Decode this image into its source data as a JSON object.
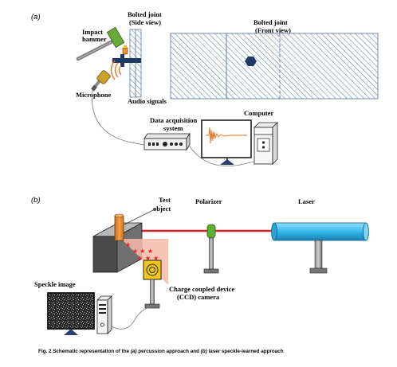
{
  "panel_a": {
    "tag": "(a)",
    "impact_hammer": [
      "Impact",
      "hammer"
    ],
    "bolted_joint_side": [
      "Bolted joint",
      "(Side view)"
    ],
    "bolted_joint_front": [
      "Bolted joint",
      "(Front view)"
    ],
    "microphone": "Microphone",
    "audio_signals": "Audio signals",
    "data_acquisition": [
      "Data acquisition",
      "system"
    ],
    "computer": "Computer"
  },
  "panel_b": {
    "tag": "(b)",
    "test_object": [
      "Test",
      "object"
    ],
    "polarizer": "Polarizer",
    "laser": "Laser",
    "speckle_image": "Speckle image",
    "ccd_camera": [
      "Charge coupled device",
      "(CCD) camera"
    ]
  },
  "caption": {
    "prefix": "Fig. 2   Schematic representation of the ",
    "a_tag": "(a)",
    "middle": " percussion approach and ",
    "b_tag": "(b)",
    "suffix": " laser speckle-learned approach"
  },
  "colors": {
    "hatch": "#5f7ea6",
    "hammer_green": "#6aaa3a",
    "microphone_gold": "#c9a227",
    "bolt_navy": "#1f3864",
    "waveform": "#e07020",
    "laser_beam": "#d9232a",
    "laser_body": "#35b8e6",
    "polarizer": "#5cb030",
    "test_object": "#f08a2a",
    "cone": "#f4b8a8",
    "ccd_yellow": "#f2c71a"
  }
}
